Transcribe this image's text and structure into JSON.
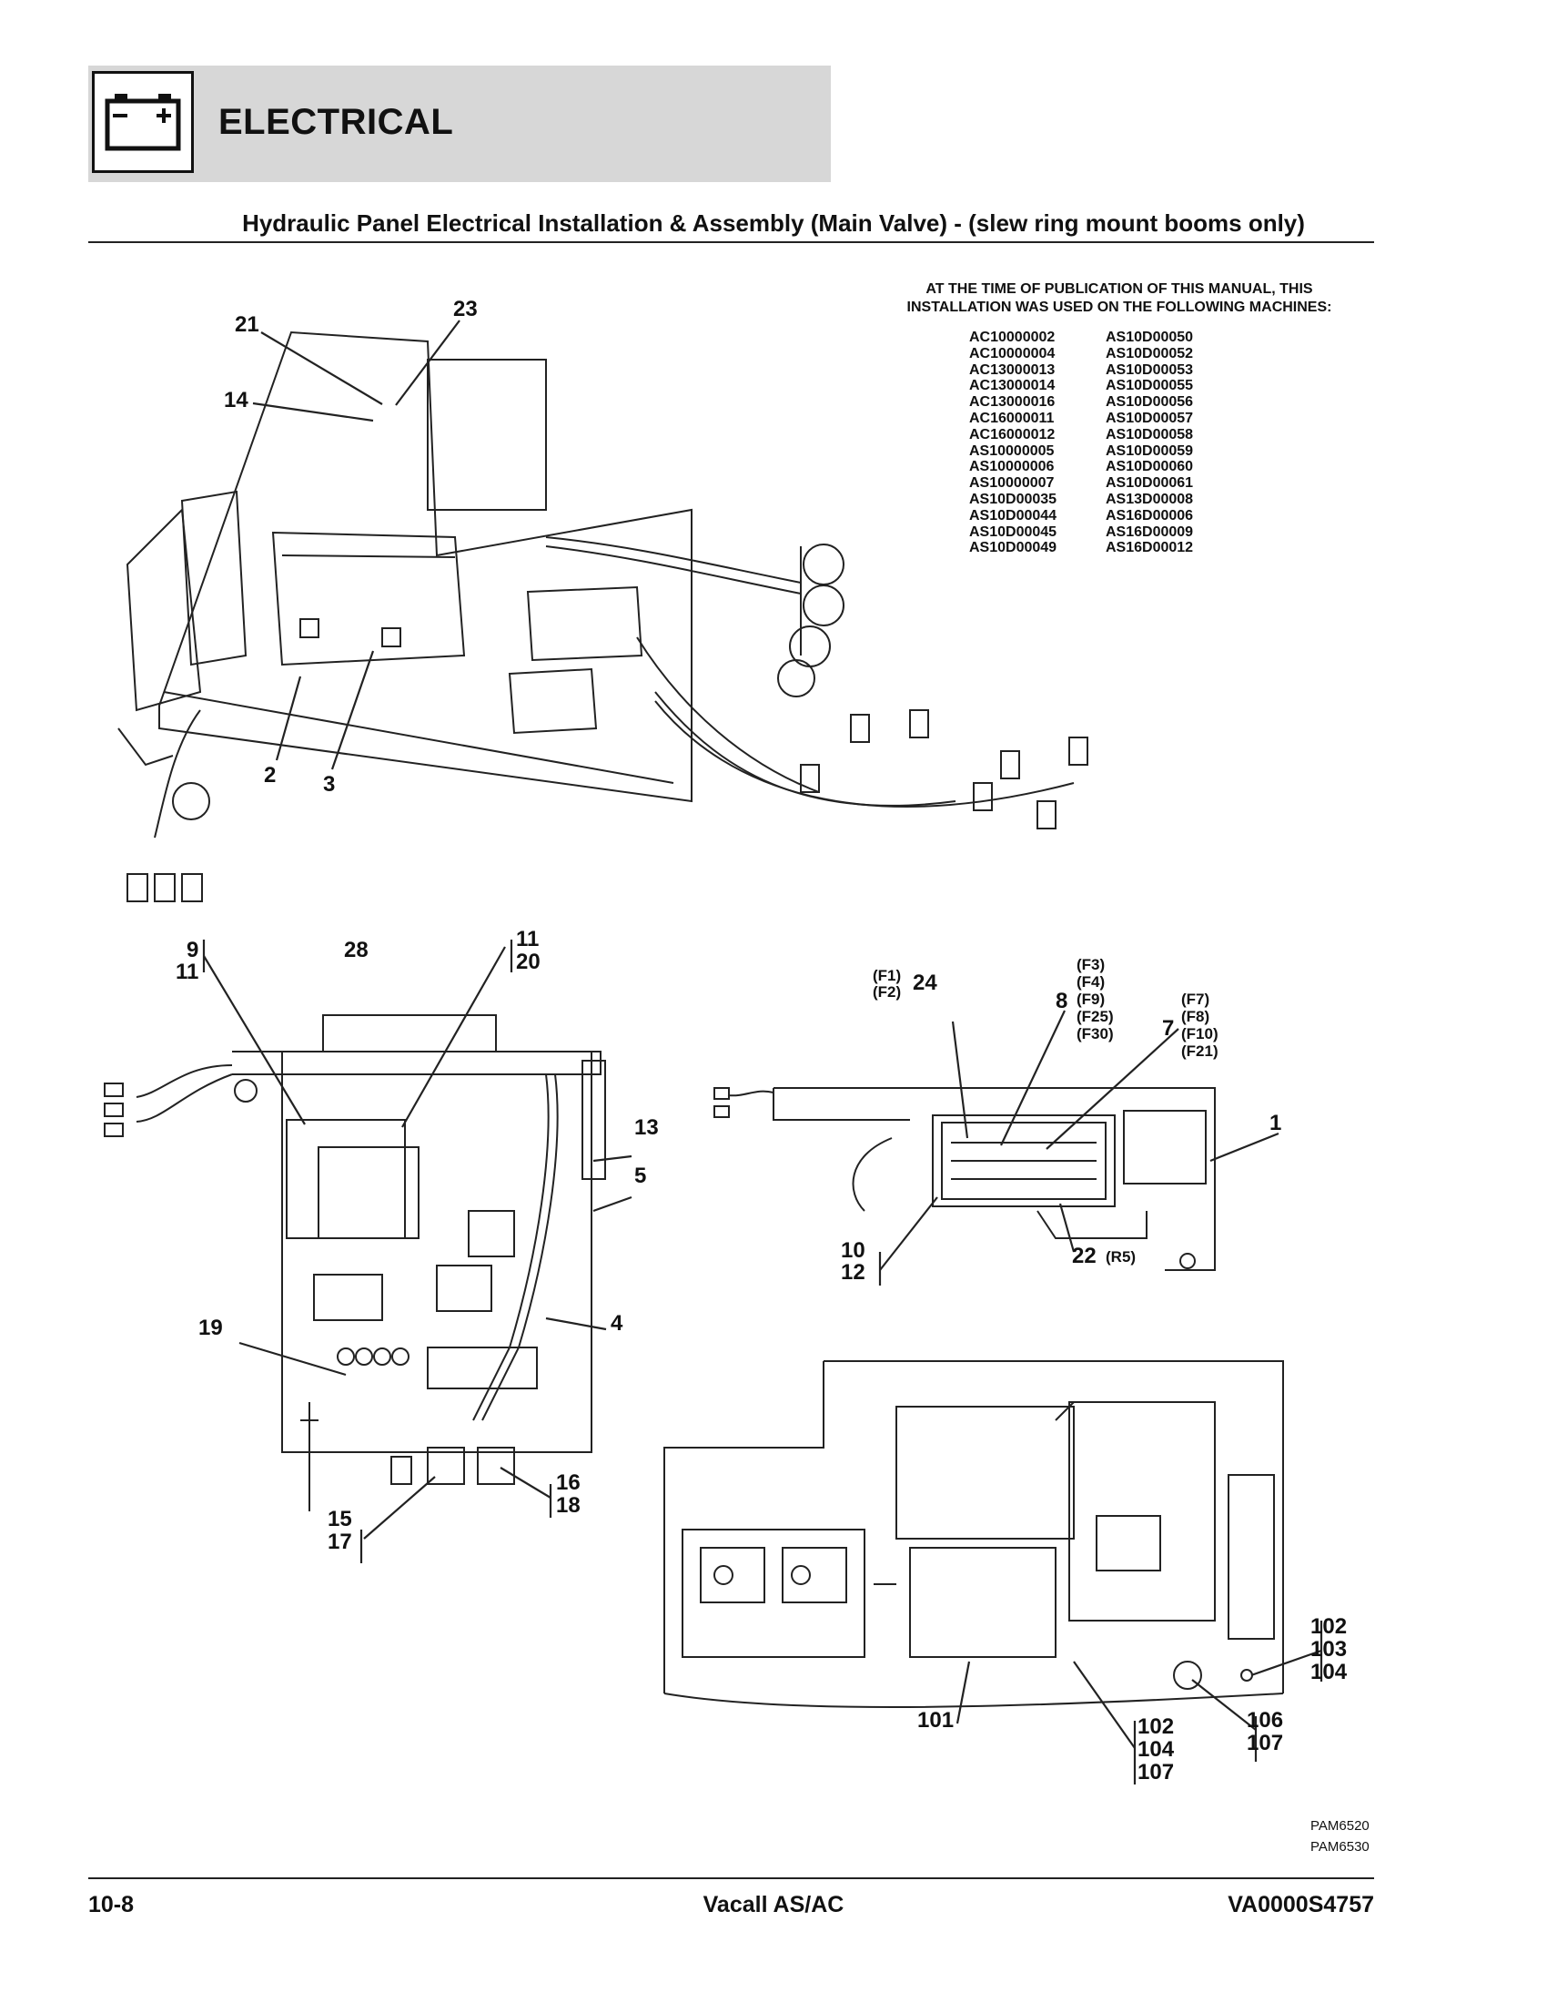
{
  "header": {
    "section_title": "ELECTRICAL",
    "icon": "battery-icon",
    "band_color": "#d7d7d7"
  },
  "page_heading": "Hydraulic Panel Electrical Installation & Assembly (Main Valve) - (slew ring mount booms only)",
  "publication_note": {
    "line1": "AT THE TIME OF PUBLICATION OF THIS MANUAL, THIS",
    "line2": "INSTALLATION WAS USED ON THE FOLLOWING MACHINES:"
  },
  "machines": [
    [
      "AC10000002",
      "AS10D00050"
    ],
    [
      "AC10000004",
      "AS10D00052"
    ],
    [
      "AC13000013",
      "AS10D00053"
    ],
    [
      "AC13000014",
      "AS10D00055"
    ],
    [
      "AC13000016",
      "AS10D00056"
    ],
    [
      "AC16000011",
      "AS10D00057"
    ],
    [
      "AC16000012",
      "AS10D00058"
    ],
    [
      "AS10000005",
      "AS10D00059"
    ],
    [
      "AS10000006",
      "AS10D00060"
    ],
    [
      "AS10000007",
      "AS10D00061"
    ],
    [
      "AS10D00035",
      "AS13D00008"
    ],
    [
      "AS10D00044",
      "AS16D00006"
    ],
    [
      "AS10D00045",
      "AS16D00009"
    ],
    [
      "AS10D00049",
      "AS16D00012"
    ]
  ],
  "callouts": {
    "fig1": {
      "c21": "21",
      "c23": "23",
      "c14": "14",
      "c2": "2",
      "c3": "3"
    },
    "fig2": {
      "c9": "9",
      "c11a": "11",
      "c28": "28",
      "c11b": "11",
      "c20": "20",
      "c13": "13",
      "c5": "5",
      "c4": "4",
      "c19": "19",
      "c16": "16",
      "c18": "18",
      "c15": "15",
      "c17": "17"
    },
    "fig3": {
      "f1": "(F1)",
      "f2": "(F2)",
      "c24": "24",
      "f3": "(F3)",
      "f4": "(F4)",
      "c8": "8",
      "f9": "(F9)",
      "f25": "(F25)",
      "f30": "(F30)",
      "c7": "7",
      "f7": "(F7)",
      "f8": "(F8)",
      "f10": "(F10)",
      "f21": "(F21)",
      "c1": "1",
      "c10": "10",
      "c12": "12",
      "c22": "22",
      "r5": "(R5)"
    },
    "fig4": {
      "c101": "101",
      "c102a": "102",
      "c103": "103",
      "c104a": "104",
      "c102b": "102",
      "c104b": "104",
      "c107a": "107",
      "c106": "106",
      "c107b": "107"
    }
  },
  "figure_ids": [
    "PAM6520",
    "PAM6530"
  ],
  "footer": {
    "page_number": "10-8",
    "manual": "Vacall AS/AC",
    "doc_id": "VA0000S4757"
  }
}
